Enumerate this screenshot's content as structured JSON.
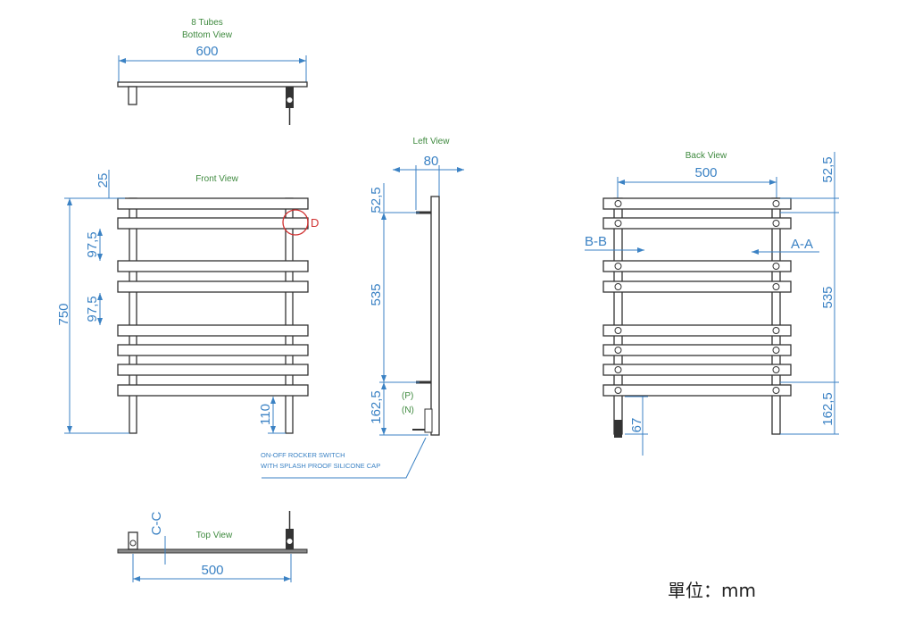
{
  "views": {
    "bottom": {
      "title_line1": "8 Tubes",
      "title_line2": "Bottom View",
      "width_dim": "600"
    },
    "front": {
      "title": "Front View",
      "dim_top": "25",
      "dim_gap1": "97,5",
      "dim_gap2": "97,5",
      "dim_height": "750",
      "dim_leg": "110",
      "detail_marker": "D"
    },
    "left": {
      "title": "Left View",
      "dim_depth": "80",
      "dim_top": "52,5",
      "dim_mid": "535",
      "dim_bottom": "162,5",
      "label_p": "(P)",
      "label_n": "(N)"
    },
    "back": {
      "title": "Back View",
      "dim_width": "500",
      "dim_top": "52,5",
      "dim_mid": "535",
      "dim_bottom": "162,5",
      "dim_switch": "67",
      "section_b": "B-B",
      "section_a": "A-A"
    },
    "top": {
      "title": "Top View",
      "section_c": "C-C",
      "dim_width": "500"
    }
  },
  "note": {
    "line1": "ON-OFF ROCKER SWITCH",
    "line2": "WITH SPLASH PROOF SILICONE CAP"
  },
  "unit_label": "單位：mm",
  "colors": {
    "dimension": "#3b82c4",
    "label": "#3f8a3f",
    "marker": "#d03030",
    "line": "#333333"
  }
}
